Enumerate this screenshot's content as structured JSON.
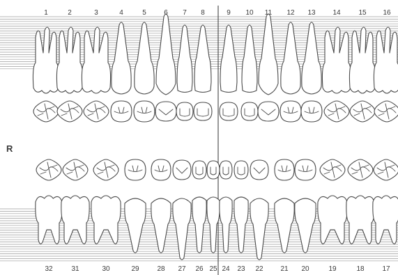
{
  "side_label": "R",
  "upper_numbers": [
    "1",
    "2",
    "3",
    "4",
    "5",
    "6",
    "7",
    "8",
    "9",
    "10",
    "11",
    "12",
    "13",
    "14",
    "15",
    "16"
  ],
  "lower_numbers": [
    "32",
    "31",
    "30",
    "29",
    "28",
    "27",
    "26",
    "25",
    "24",
    "23",
    "22",
    "21",
    "20",
    "19",
    "18",
    "17"
  ],
  "colors": {
    "ink": "#4a4a4a",
    "rule": "#9c9c9c",
    "background": "#ffffff"
  }
}
